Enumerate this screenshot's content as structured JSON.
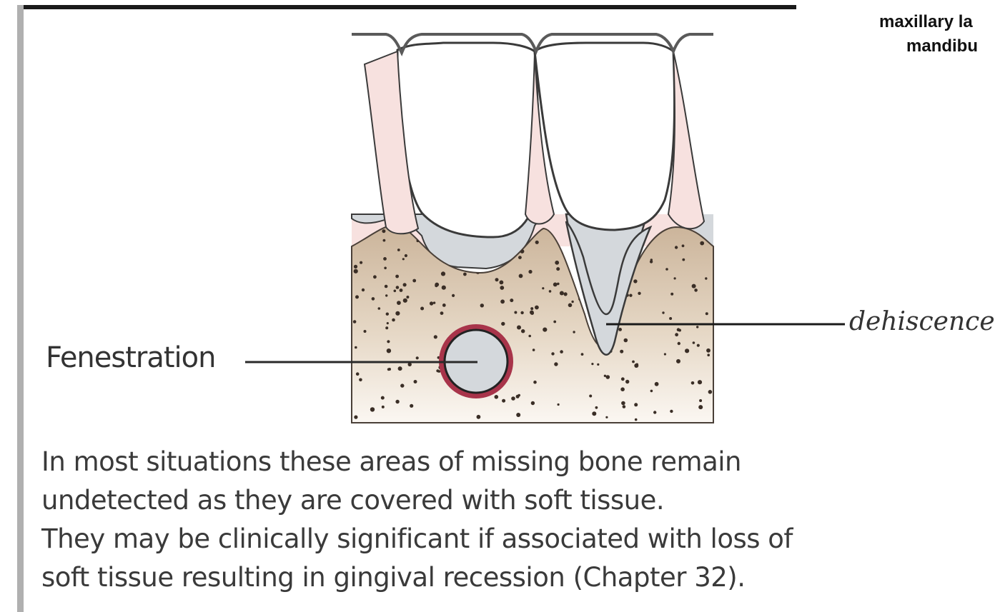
{
  "header": {
    "corner_line1": "maxillary la",
    "corner_line2": "mandibu"
  },
  "diagram": {
    "labels": {
      "fenestration": "Fenestration",
      "dehiscence": "dehiscence"
    },
    "colors": {
      "tooth": "#ffffff",
      "gingiva": "#f7e1df",
      "root_exposed": "#d4d8dc",
      "bone_top": "#cbb49a",
      "bone_bottom": "#fbf7f2",
      "marrow_dots": "#3a2e26",
      "fenestration_ring": "#a8344a",
      "outline": "#3a3a3a"
    }
  },
  "caption": {
    "line1": "In most situations these areas of missing bone remain",
    "line2": "undetected as they are covered with soft tissue.",
    "line3": "They may be clinically significant if associated with loss of",
    "line4": "soft tissue resulting in gingival recession (Chapter 32)."
  }
}
